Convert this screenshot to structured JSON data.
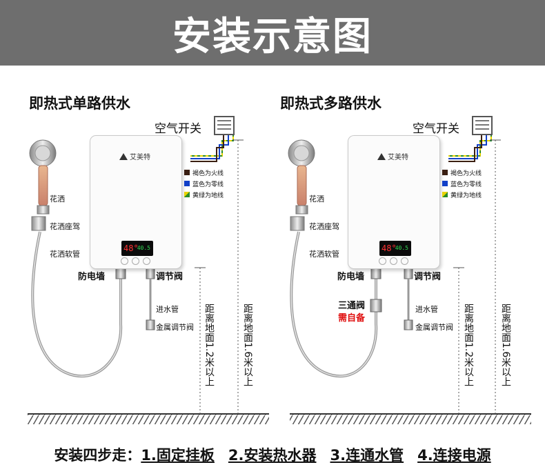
{
  "title": "安装示意图",
  "left": {
    "heading": "即热式单路供水",
    "air_switch": "空气开关",
    "shower_head": "花洒",
    "shower_seat": "花洒座驾",
    "shower_hose": "花洒软管",
    "wall": "防电墙",
    "valve": "调节阀",
    "inlet": "进水管",
    "metal_valve": "金属调节阀",
    "dist_12": "距离地面1.2米以上",
    "dist_16": "距离地面1.6米以上"
  },
  "right": {
    "heading": "即热式多路供水",
    "air_switch": "空气开关",
    "shower_head": "花洒",
    "shower_seat": "花洒座驾",
    "shower_hose": "花洒软管",
    "wall": "防电墙",
    "valve": "调节阀",
    "three_way": "三通阀",
    "self_prepared": "需自备",
    "inlet": "进水管",
    "metal_valve": "金属调节阀",
    "dist_12": "距离地面1.2米以上",
    "dist_16": "距离地面1.6米以上"
  },
  "legend": {
    "live": "褐色为火线",
    "neutral": "蓝色为零线",
    "ground": "黄绿为地线"
  },
  "brand": "艾美特",
  "display": {
    "temp": "48°",
    "small": "40.5"
  },
  "steps": {
    "prefix": "安装四步走：",
    "s1": "1.固定挂板",
    "s2": "2.安装热水器",
    "s3": "3.连通水管",
    "s4": "4.连接电源"
  },
  "colors": {
    "live": "#3a1f12",
    "neutral": "#1240c8",
    "ground_yellow": "#e8d300",
    "ground_green": "#2a8c2a",
    "banner": "#6e6e6e",
    "emphasis": "#e01010"
  }
}
